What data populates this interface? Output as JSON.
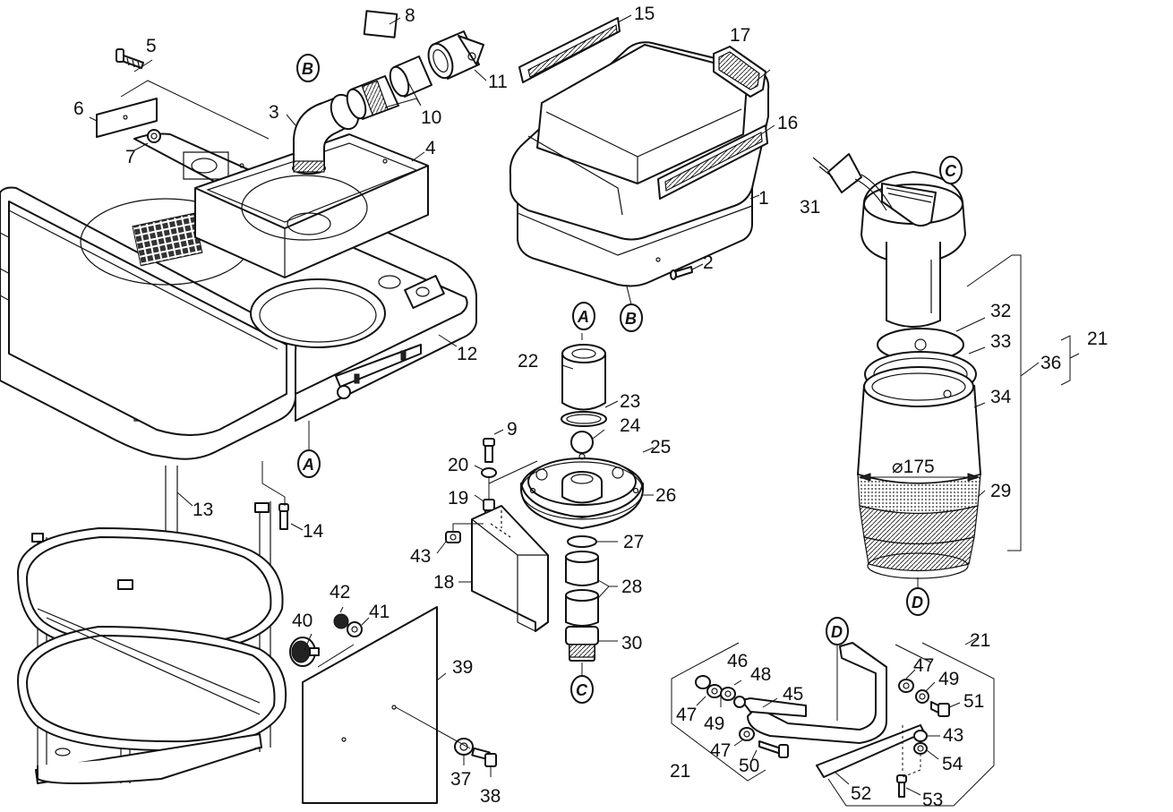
{
  "callouts": {
    "n1": "1",
    "n2": "2",
    "n3": "3",
    "n4": "4",
    "n5": "5",
    "n6": "6",
    "n7": "7",
    "n8": "8",
    "n9": "9",
    "n10": "10",
    "n11": "11",
    "n12": "12",
    "n13": "13",
    "n14": "14",
    "n15": "15",
    "n16": "16",
    "n17": "17",
    "n18": "18",
    "n19": "19",
    "n20": "20",
    "n21a": "21",
    "n21b": "21",
    "n21c": "21",
    "n22": "22",
    "n23": "23",
    "n24": "24",
    "n25": "25",
    "n26": "26",
    "n27": "27",
    "n28": "28",
    "n29": "29",
    "n30": "30",
    "n31": "31",
    "n32": "32",
    "n33": "33",
    "n34": "34",
    "n36": "36",
    "n37": "37",
    "n38": "38",
    "n39": "39",
    "n40": "40",
    "n41": "41",
    "n42": "42",
    "n43a": "43",
    "n43b": "43",
    "n45": "45",
    "n46": "46",
    "n47a": "47",
    "n47b": "47",
    "n47c": "47",
    "n48": "48",
    "n49a": "49",
    "n49b": "49",
    "n50": "50",
    "n51": "51",
    "n52": "52",
    "n53": "53",
    "n54": "54"
  },
  "connectors": {
    "a1": "A",
    "a2": "A",
    "b1": "B",
    "b2": "B",
    "c1": "C",
    "c2": "C",
    "d1": "D",
    "d2": "D"
  },
  "dimension": "⌀175"
}
